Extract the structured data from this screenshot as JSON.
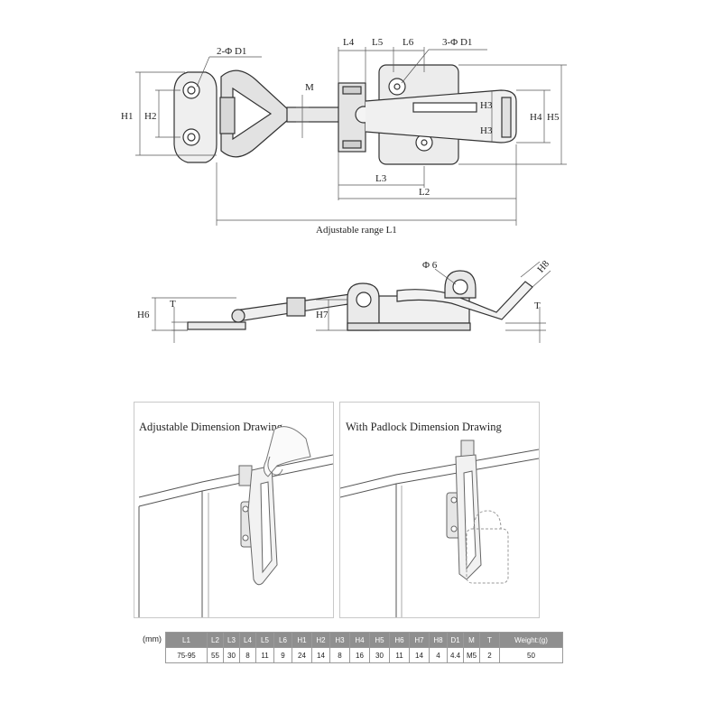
{
  "top_view": {
    "labels": {
      "two_phi_d1": "2-Φ D1",
      "three_phi_d1": "3-Φ D1",
      "L4": "L4",
      "L5": "L5",
      "L6": "L6",
      "M": "M",
      "H1": "H1",
      "H2": "H2",
      "H3a": "H3",
      "H3b": "H3",
      "H4": "H4",
      "H5": "H5",
      "L3": "L3",
      "L2": "L2",
      "range": "Adjustable range L1"
    }
  },
  "side_view": {
    "labels": {
      "phi6": "Φ 6",
      "H8": "H8",
      "H6": "H6",
      "T_left": "T",
      "H7": "H7",
      "T_right": "T"
    }
  },
  "panels": {
    "adjustable_title": "Adjustable Dimension Drawing",
    "padlock_title": "With Padlock Dimension Drawing"
  },
  "spec_table": {
    "unit": "(mm)",
    "headers": [
      "L1",
      "L2",
      "L3",
      "L4",
      "L5",
      "L6",
      "H1",
      "H2",
      "H3",
      "H4",
      "H5",
      "H6",
      "H7",
      "H8",
      "D1",
      "M",
      "T",
      "Weight:(g)"
    ],
    "values": [
      "75-95",
      "55",
      "30",
      "8",
      "11",
      "9",
      "24",
      "14",
      "8",
      "16",
      "30",
      "11",
      "14",
      "4",
      "4.4",
      "M5",
      "2",
      "50"
    ]
  }
}
